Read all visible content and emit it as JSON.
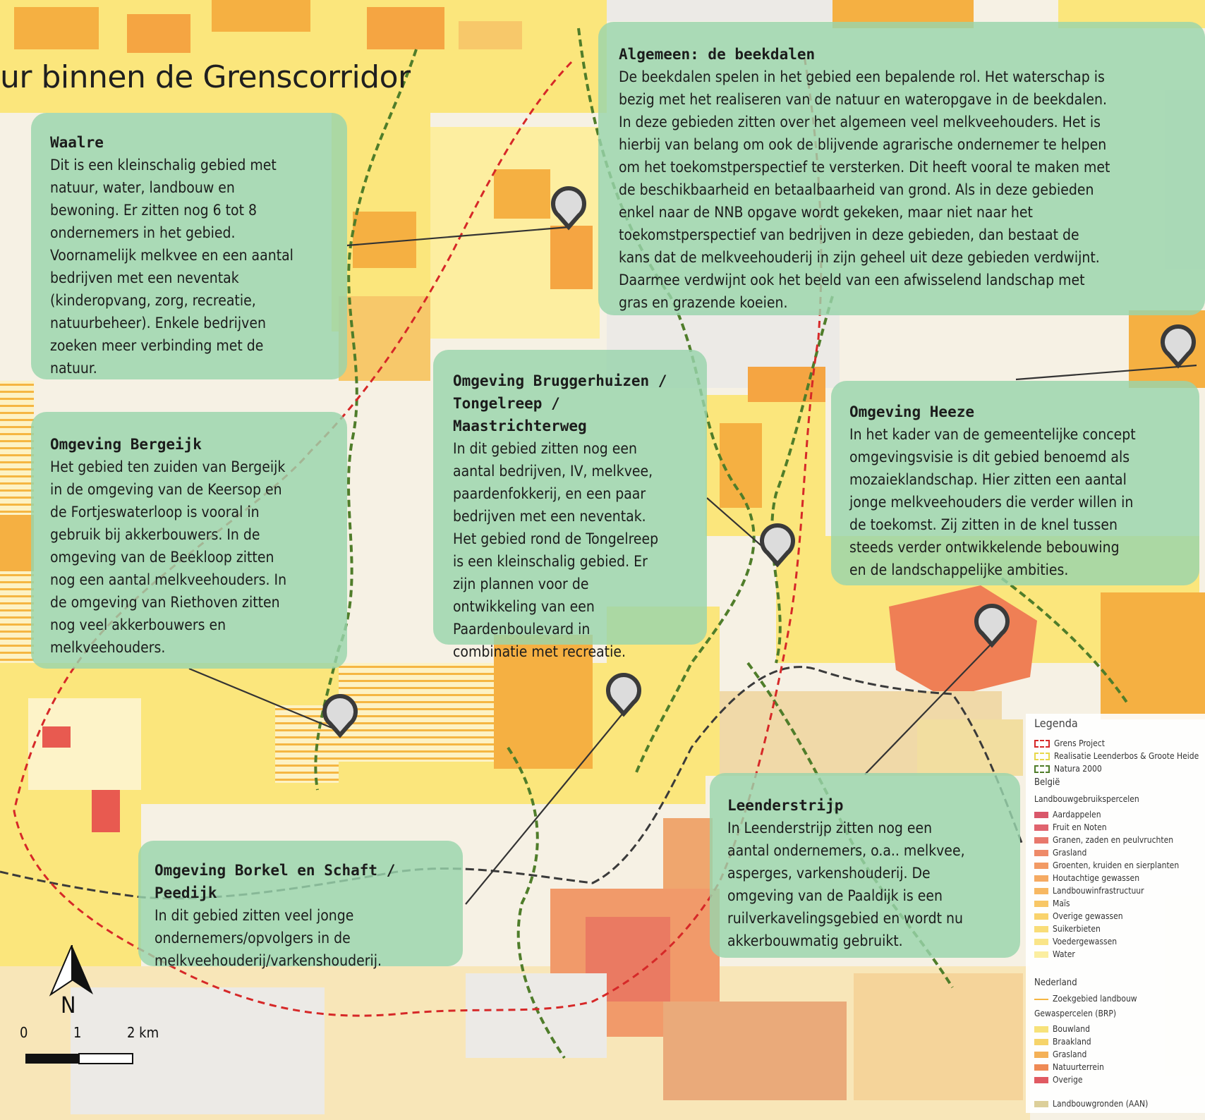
{
  "title": "ur binnen de Grenscorridor",
  "boxes": {
    "waalre": {
      "heading": "Waalre",
      "lines": [
        "Dit is een kleinschalig gebied met",
        "natuur, water, landbouw en",
        "bewoning. Er zitten nog 6 tot 8",
        "ondernemers in het gebied.",
        "Voornamelijk melkvee en een aantal",
        "bedrijven met een neventak",
        "(kinderopvang, zorg, recreatie,",
        "natuurbeheer). Enkele bedrijven",
        "zoeken meer verbinding met de",
        "natuur."
      ]
    },
    "beekdalen": {
      "heading": "Algemeen: de beekdalen",
      "lines": [
        "De beekdalen spelen in het gebied een bepalende rol. Het waterschap is",
        "bezig met het realiseren van de natuur en wateropgave in de beekdalen.",
        "In deze gebieden zitten over het algemeen veel melkveehouders. Het is",
        "hierbij van belang om ook de blijvende agrarische ondernemer te helpen",
        "om het toekomstperspectief te versterken. Dit heeft vooral te maken met",
        "de beschikbaarheid en betaalbaarheid van grond. Als in deze gebieden",
        "enkel naar de NNB opgave wordt gekeken, maar niet naar het",
        "toekomstperspectief van bedrijven in deze gebieden, dan bestaat de",
        "kans dat de melkveehouderij in zijn geheel uit deze gebieden verdwijnt.",
        "Daarmee verdwijnt ook het beeld van een afwisselend landschap met",
        "gras en grazende koeien."
      ]
    },
    "bergeijk": {
      "heading": "Omgeving Bergeijk",
      "lines": [
        "Het gebied ten zuiden van Bergeijk",
        "in de omgeving van de Keersop en",
        "de Fortjeswaterloop is vooral in",
        "gebruik bij akkerbouwers. In de",
        "omgeving van de Beekloop zitten",
        "nog een aantal melkveehouders. In",
        "de omgeving van Riethoven zitten",
        "nog veel akkerbouwers en",
        "melkveehouders."
      ]
    },
    "bruggerhuizen": {
      "heading1": "Omgeving Bruggerhuizen /",
      "heading2": "Tongelreep / Maastrichterweg",
      "lines": [
        "In dit gebied zitten nog een",
        "aantal bedrijven, IV, melkvee,",
        "paardenfokkerij, en een paar",
        "bedrijven met een neventak.",
        "Het gebied rond de Tongelreep",
        "is een kleinschalig gebied. Er",
        "zijn plannen voor de",
        "ontwikkeling van een",
        "Paardenboulevard in",
        "combinatie met recreatie."
      ]
    },
    "heeze": {
      "heading": "Omgeving Heeze",
      "lines": [
        "In het kader van de gemeentelijke concept",
        "omgevingsvisie is dit gebied benoemd als",
        "mozaieklandschap. Hier zitten een aantal",
        "jonge melkveehouders die verder willen in",
        "de toekomst. Zij zitten in de knel tussen",
        "steeds verder ontwikkelende bebouwing",
        "en de landschappelijke ambities."
      ]
    },
    "leenderstrijp": {
      "heading": "Leenderstrijp",
      "lines": [
        "In Leenderstrijp zitten nog een",
        "aantal ondernemers, o.a.. melkvee,",
        "asperges, varkenshouderij. De",
        "omgeving van de Paaldijk is een",
        "ruilverkavelingsgebied en wordt nu",
        "akkerbouwmatig gebruikt."
      ]
    },
    "borkel": {
      "heading": "Omgeving Borkel en Schaft / Peedijk",
      "lines": [
        "In dit gebied zitten veel jonge",
        "ondernemers/opvolgers in de",
        "melkveehouderij/varkenshouderij."
      ]
    }
  },
  "legend": {
    "title": "Legenda",
    "lines": [
      {
        "label": "Grens Project",
        "color": "#d62828",
        "style": "dash"
      },
      {
        "label": "Realisatie Leenderbos & Groote Heide",
        "color": "#e8d84a",
        "style": "dash"
      },
      {
        "label": "Natura 2000",
        "color": "#4f7d2a",
        "style": "dash"
      }
    ],
    "belgie": "België",
    "belgie_sub": "Landbouwgebruikspercelen",
    "belgie_items": [
      {
        "label": "Aardappelen",
        "color": "#d9576a"
      },
      {
        "label": "Fruit en Noten",
        "color": "#e0636e"
      },
      {
        "label": "Granen, zaden en peulvruchten",
        "color": "#e8786c"
      },
      {
        "label": "Grasland",
        "color": "#ee8a68"
      },
      {
        "label": "Groenten, kruiden en sierplanten",
        "color": "#f29a64"
      },
      {
        "label": "Houtachtige gewassen",
        "color": "#f5aa62"
      },
      {
        "label": "Landbouwinfrastructuur",
        "color": "#f7b862"
      },
      {
        "label": "Maïs",
        "color": "#f8c766"
      },
      {
        "label": "Overige gewassen",
        "color": "#f9d36c"
      },
      {
        "label": "Suikerbieten",
        "color": "#f9dd78"
      },
      {
        "label": "Voedergewassen",
        "color": "#fae588"
      },
      {
        "label": "Water",
        "color": "#fbeea0"
      }
    ],
    "nederland": "Nederland",
    "zoekgebied": "Zoekgebied landbouw",
    "zoekgebied_color": "#f5b642",
    "nl_sub": "Gewaspercelen (BRP)",
    "nl_items": [
      {
        "label": "Bouwland",
        "color": "#f7e27a"
      },
      {
        "label": "Braakland",
        "color": "#f6d46a"
      },
      {
        "label": "Grasland",
        "color": "#f4b157"
      },
      {
        "label": "Natuurterrein",
        "color": "#ef8a55"
      },
      {
        "label": "Overige",
        "color": "#e05a62"
      }
    ],
    "aan": {
      "label": "Landbouwgronden (AAN)",
      "color": "#dccf9a"
    }
  },
  "north_label": "N",
  "scale": {
    "labels": [
      "0",
      "1",
      "2 km"
    ]
  },
  "colors": {
    "border_red": "#d62828",
    "natura_green": "#4f7d2a",
    "marker_fill": "#dcdcdc",
    "marker_stroke": "#3a3a3a",
    "box_fill": "#98d4ac",
    "yellow": "#fbe67c",
    "orange": "#f5b042",
    "coral": "#ef7f55"
  }
}
